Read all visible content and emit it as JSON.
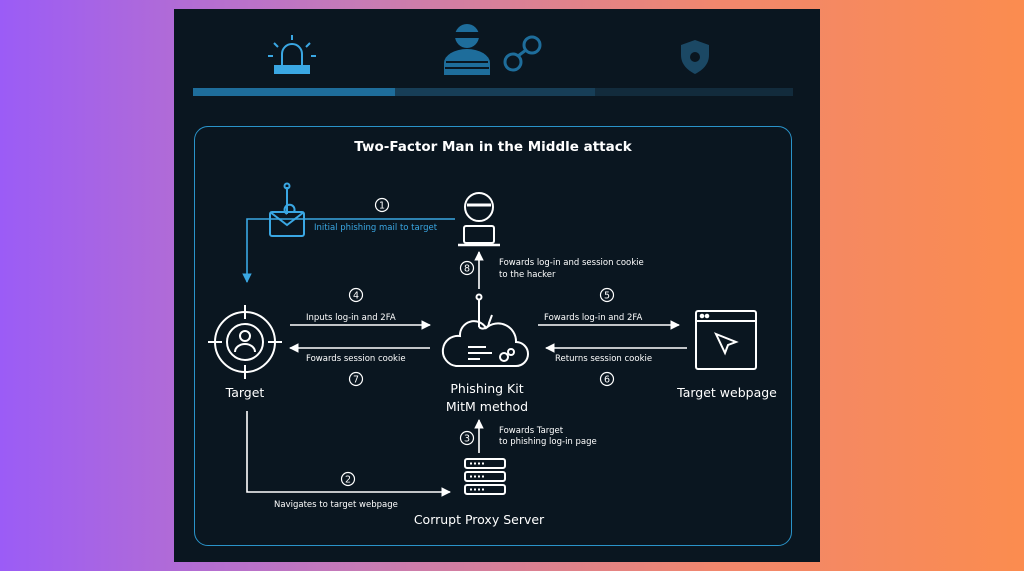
{
  "title": "Two-Factor Man in the Middle attack",
  "colors": {
    "accent": "#3aa7e3",
    "bar_active": "#1e6d9b",
    "bar_mid": "#173e57",
    "bar_dim": "#122b3c",
    "line": "#ffffff"
  },
  "icons": {
    "top": [
      "siren-icon",
      "hacker-thief-icon",
      "handcuffs-icon",
      "police-badge-icon"
    ],
    "nodes": [
      "phishing-mail-icon",
      "hacker-icon",
      "target-crosshair-icon",
      "phishing-kit-cloud-icon",
      "target-webpage-icon",
      "proxy-server-icon"
    ]
  },
  "nodes": {
    "target": "Target",
    "phishing_kit": "Phishing Kit",
    "phishing_kit_method": "MitM method",
    "webpage": "Target webpage",
    "proxy": "Corrupt Proxy Server"
  },
  "steps": [
    {
      "num": "1",
      "label": "Initial phishing mail to target"
    },
    {
      "num": "2",
      "label": "Navigates to target webpage"
    },
    {
      "num": "3",
      "label": "Fowards Target",
      "label2": "to phishing log-in page"
    },
    {
      "num": "4",
      "label": "Inputs log-in and 2FA"
    },
    {
      "num": "5",
      "label": "Fowards log-in and 2FA"
    },
    {
      "num": "6",
      "label": "Returns session cookie"
    },
    {
      "num": "7",
      "label": "Fowards session cookie"
    },
    {
      "num": "8",
      "label": "Fowards log-in and session cookie",
      "label2": "to the hacker"
    }
  ]
}
